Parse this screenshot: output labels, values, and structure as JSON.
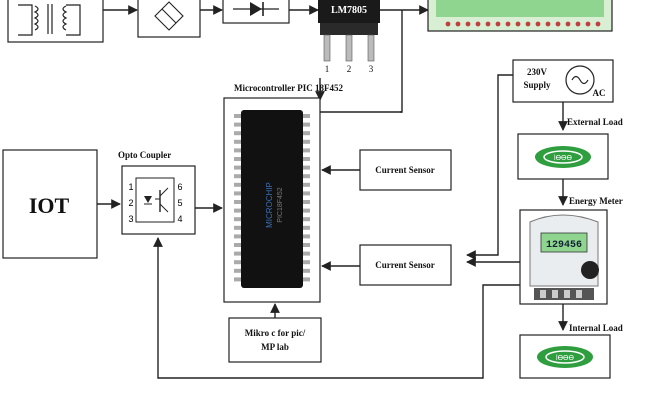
{
  "blocks": {
    "regulator": "LM7805",
    "regulator_pins": [
      "1",
      "2",
      "3"
    ],
    "microcontroller_title": "Microcontroller PIC 18F452",
    "opto_title": "Opto Coupler",
    "opto_pins": [
      "1",
      "2",
      "3",
      "6",
      "5",
      "4"
    ],
    "iot": "IOT",
    "current_sense_top": "Current Sensor",
    "current_sense_bottom": "Current Sensor",
    "supply_line1": "230V",
    "supply_line2": "Supply",
    "ac": "AC",
    "external_load": "External Load",
    "energy_meter": "Energy Meter",
    "internal_load": "Internal Load",
    "microc_line1": "Mikro c for pic/",
    "microc_line2": "MP lab",
    "meter_display": "129456"
  },
  "colors": {
    "load_green": "#2e9e3e",
    "lcd_green": "#8fd48f",
    "chip_blue": "#3b6fb5"
  }
}
